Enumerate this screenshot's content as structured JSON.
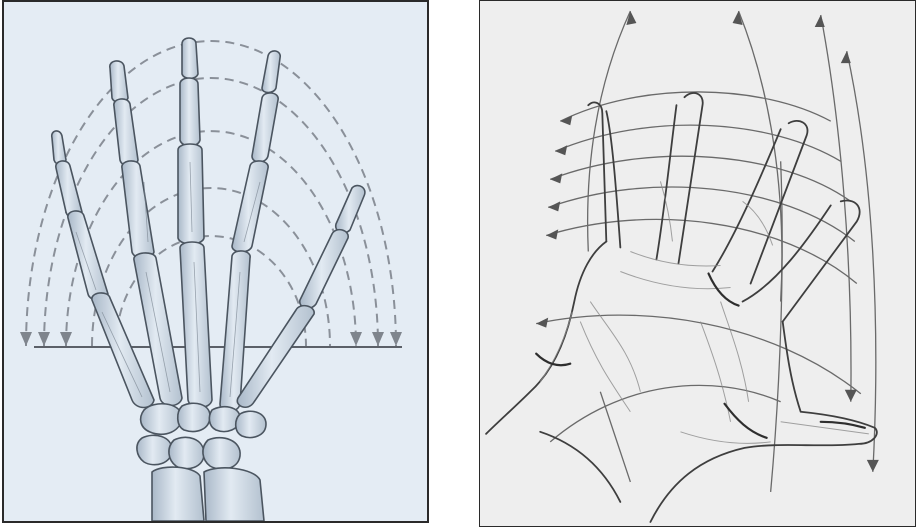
{
  "figures": [
    {
      "id": "left",
      "subject": "skeletal-hand-bones",
      "style": "medical-illustration",
      "colors": {
        "background": "#e4ecf4",
        "bone_fill": "#d3dfea",
        "bone_stroke": "#4b5560",
        "arc_stroke": "#8a9099",
        "baseline": "#5b6068"
      }
    },
    {
      "id": "right",
      "subject": "hand-pencil-sketch-with-motion-arcs",
      "style": "graphite-drawing",
      "colors": {
        "paper": "#eeeeee",
        "pencil": "#4a4a4a",
        "shade": "#9a9a9a"
      }
    }
  ]
}
